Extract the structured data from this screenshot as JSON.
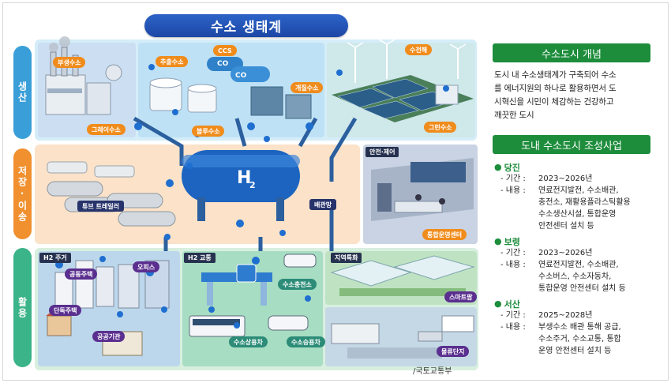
{
  "infographic": {
    "title": "수소 생태계",
    "rows": {
      "production": "생산",
      "storage": "저장·이송",
      "use": "활용"
    },
    "production_tags": {
      "byproduct": "부생수소",
      "gray": "그레이수소",
      "extraction": "추출수소",
      "ccs": "CCS",
      "reforming": "개질수소",
      "blue": "블루수소",
      "water_electrolysis": "수전해",
      "green": "그린수소"
    },
    "storage_tags": {
      "tube_trailer": "튜브 트레일러",
      "pipeline": "배관망",
      "h2": "H2"
    },
    "safety": {
      "header": "안전·제어",
      "center": "통합운영센터"
    },
    "use_panels": {
      "housing": {
        "header": "H2 주거",
        "complex": "공동주택",
        "office": "오피스",
        "detached": "단독주택",
        "public": "공공기관"
      },
      "transport": {
        "header": "H2 교통",
        "station": "수소충전소",
        "bus": "수소상용차",
        "car": "수소승용차"
      },
      "local": {
        "header": "지역특화",
        "smartfarm": "스마트팜",
        "logistics": "물류단지"
      }
    },
    "credit": "/국토교통부",
    "colors": {
      "title_bg": "#1c47a5",
      "production": "#3a9fd8",
      "storage": "#f0902e",
      "use": "#3bb48a",
      "accent_green": "#1d8d3c"
    }
  },
  "sidebar": {
    "concept_title": "수소도시 개념",
    "concept_lines": [
      "도시 내 수소생태계가 구축되어 수소",
      "를 에너지원의 하나로 활용하면서 도",
      "시혁신을 시민이 체감하는 건강하고",
      "깨끗한 도시"
    ],
    "project_title": "도내 수소도시 조성사업",
    "sites": [
      {
        "name": "당진",
        "period_label": "- 기간 :",
        "period": "2023~2026년",
        "content_label": "- 내용 :",
        "content": [
          "연료전지발전, 수소배관,",
          "충전소, 재활용플라스틱활용",
          "수소생산시설, 통합운영",
          "안전센터 설치  등"
        ]
      },
      {
        "name": "보령",
        "period_label": "- 기간 :",
        "period": "2023~2026년",
        "content_label": "- 내용 :",
        "content": [
          "연료전지발전, 수소배관,",
          "수소버스, 수소자동차,",
          "통합운영 안전센터 설치 등"
        ]
      },
      {
        "name": "서산",
        "period_label": "- 기간 :",
        "period": "2025~2028년",
        "content_label": "- 내용 :",
        "content": [
          "부생수소 배관 통해 공급,",
          "수소주거, 수소교통, 통합",
          "운영 안전센터 설치 등"
        ]
      }
    ]
  }
}
